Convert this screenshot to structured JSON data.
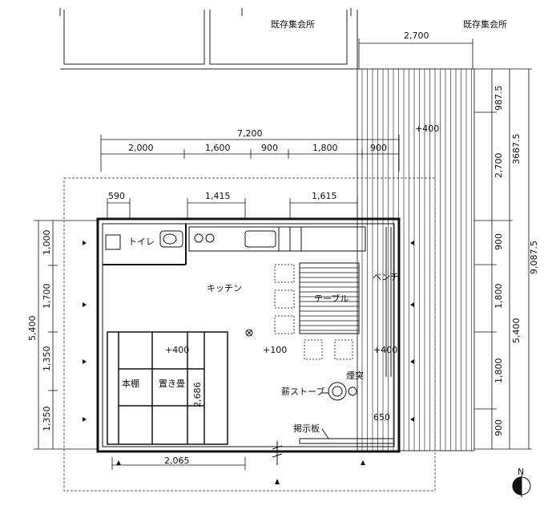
{
  "existing_halls": [
    "既存集会所",
    "既存集会所"
  ],
  "dims_top": {
    "deck_width": "2,700",
    "total": "7,200",
    "segments": [
      "2,000",
      "1,600",
      "900",
      "1,800",
      "900"
    ],
    "toilet_window": "590",
    "window_1": "1,415",
    "window_2": "1,615"
  },
  "dims_left": {
    "total": "5,400",
    "segments": [
      "1,000",
      "1,700",
      "1,350",
      "1,350"
    ]
  },
  "dims_right_inner": {
    "total": "5,400",
    "segments": [
      "900",
      "1,800",
      "1,800",
      "900"
    ]
  },
  "dims_right_outer": {
    "deck_extra": "987.5",
    "deck_sub": "3687.5",
    "deck_mid": "2,700",
    "total": "9,087.5"
  },
  "dims_interior": {
    "tatami_width": "2,065",
    "tatami_height": "2,686",
    "stove_clearance": "650"
  },
  "rooms": {
    "toilet": "トイレ",
    "kitchen": "キッチン",
    "table": "テーブル",
    "bench": "ベンチ",
    "bookshelf": "本棚",
    "tatami": "置き畳",
    "stove": "薪ストーブ",
    "chimney": "煙突",
    "notice_board": "掲示板"
  },
  "levels": {
    "deck": "+400",
    "tatami": "+400",
    "floor": "+100",
    "bench": "+400"
  },
  "north_label": "N"
}
